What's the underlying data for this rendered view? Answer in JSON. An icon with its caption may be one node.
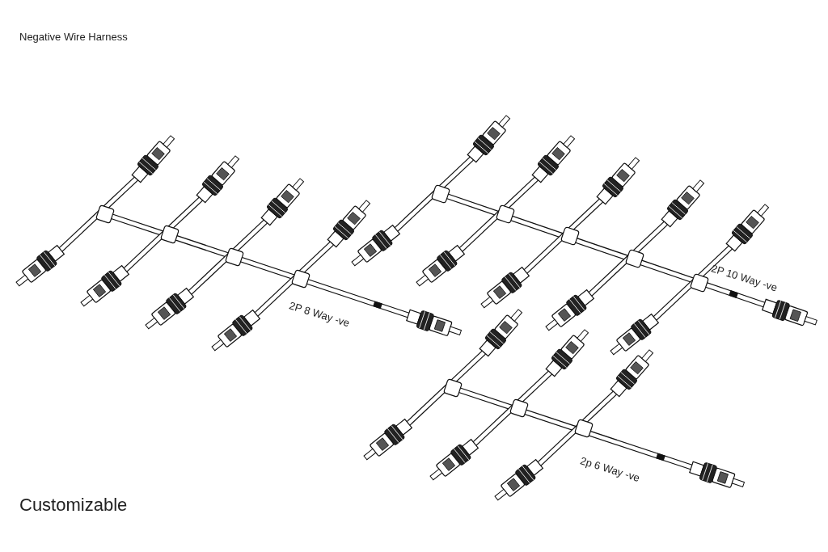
{
  "diagram": {
    "title": "Negative Wire Harness",
    "labels": [
      "2P 8 Way -ve",
      "2P 10 Way -ve",
      "2p 6 Way -ve",
      "Customizable"
    ]
  }
}
